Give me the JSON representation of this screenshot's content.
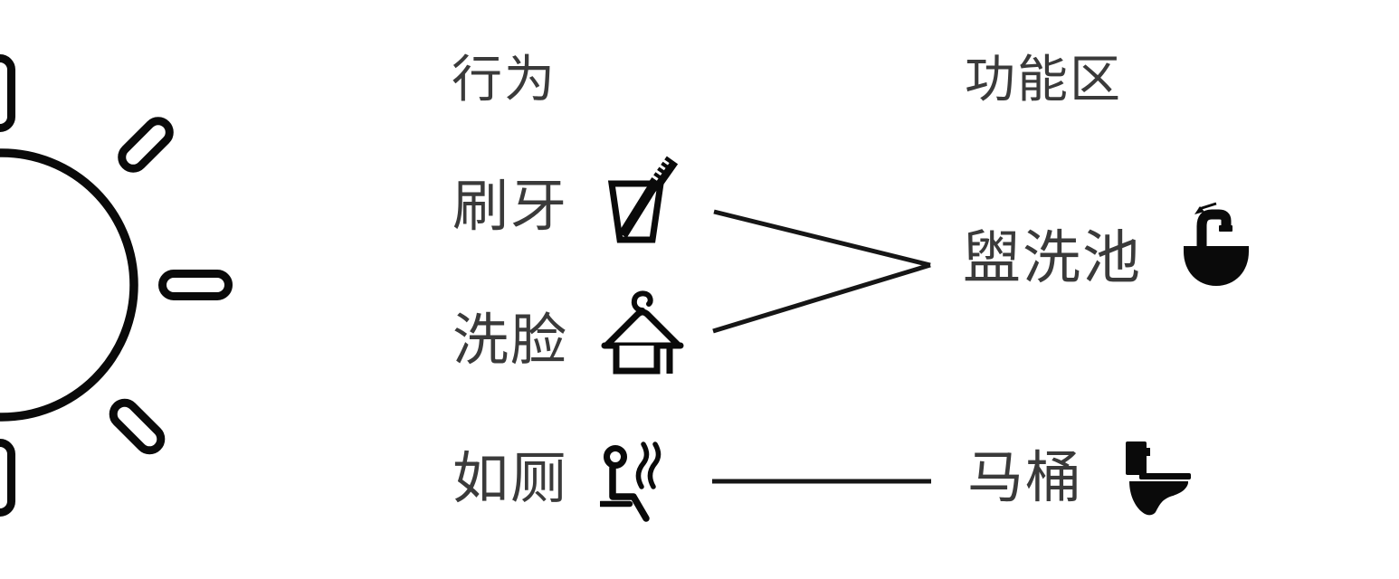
{
  "diagram": {
    "behaviors": {
      "header": "行为",
      "items": [
        {
          "label": "刷牙",
          "icon": "toothbrush-in-cup-icon"
        },
        {
          "label": "洗脸",
          "icon": "towel-on-hanger-icon"
        },
        {
          "label": "如厕",
          "icon": "person-sitting-odor-icon"
        }
      ]
    },
    "zones": {
      "header": "功能区",
      "items": [
        {
          "label": "盥洗池",
          "icon": "washbasin-faucet-icon"
        },
        {
          "label": "马桶",
          "icon": "toilet-side-icon"
        }
      ]
    },
    "connections": [
      {
        "from": "刷牙",
        "to": "盥洗池"
      },
      {
        "from": "洗脸",
        "to": "盥洗池"
      },
      {
        "from": "如厕",
        "to": "马桶"
      }
    ],
    "decoration": {
      "left_icon": "sun-icon"
    }
  },
  "colors": {
    "background": "#ffffff",
    "text": "#3a3a3a",
    "icon": "#0a0a0a",
    "line": "#161616"
  }
}
